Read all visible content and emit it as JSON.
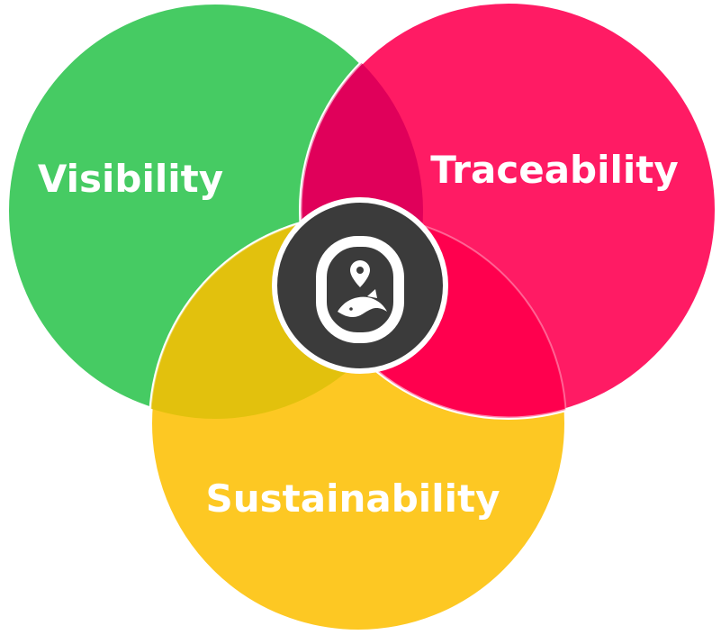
{
  "diagram": {
    "circles": [
      {
        "id": "visibility",
        "label": "Visibility",
        "color": "#46CB63"
      },
      {
        "id": "traceability",
        "label": "Traceability",
        "color": "#FF1B64"
      },
      {
        "id": "sustainability",
        "label": "Sustainability",
        "color": "#FDC823"
      }
    ],
    "overlap_colors": {
      "visibility_traceability": "#E0005A",
      "visibility_sustainability": "#E2C10D",
      "traceability_sustainability": "#FF004E"
    },
    "center_badge": {
      "icon": "location-pin-fish-icon",
      "ring_color": "#3B3B3B",
      "icon_color": "#ffffff"
    }
  }
}
